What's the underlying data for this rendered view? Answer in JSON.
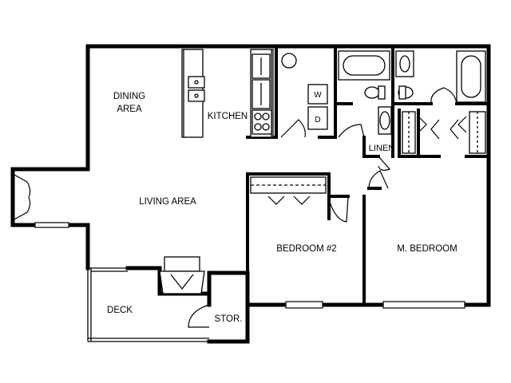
{
  "rooms": {
    "dining_line1": "DINING",
    "dining_line2": "AREA",
    "kitchen": "KITCHEN",
    "living": "LIVING AREA",
    "bedroom2": "BEDROOM #2",
    "master": "M. BEDROOM",
    "linen": "LINEN",
    "deck": "DECK",
    "storage": "STOR."
  },
  "appliances": {
    "washer": "W",
    "dryer": "D"
  }
}
